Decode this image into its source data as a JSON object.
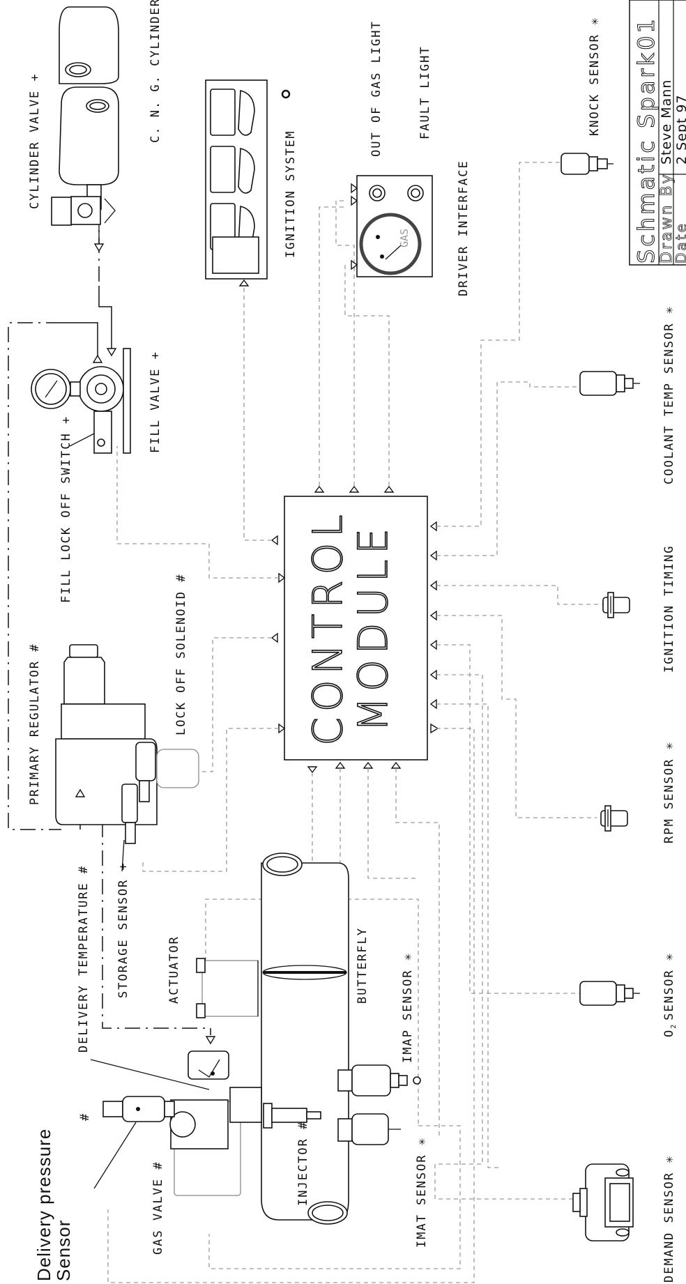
{
  "module": {
    "line1": "CONTROL",
    "line2": "MODULE"
  },
  "labels": {
    "cylinder_valve": "CYLINDER VALVE +",
    "cng_cylinder": "C. N. G. CYLINDER +",
    "fill_valve": "FILL VALVE +",
    "fill_lock_off_switch": "FILL LOCK OFF SWITCH +",
    "ignition_system": "IGNITION SYSTEM",
    "out_of_gas_light": "OUT OF GAS LIGHT",
    "fault_light": "FAULT LIGHT",
    "driver_interface": "DRIVER INTERFACE",
    "gas_gauge": "GAS",
    "knock_sensor": "KNOCK SENSOR ✳",
    "coolant_temp_sensor": "COOLANT TEMP SENSOR ✳",
    "ignition_timing": "IGNITION TIMING",
    "rpm_sensor": "RPM SENSOR ✳",
    "o2_sensor_prefix": "O",
    "o2_sensor_sub": "2",
    "o2_sensor_suffix": "SENSOR ✳",
    "demand_sensor": "DEMAND SENSOR ✳",
    "primary_regulator": "PRIMARY REGULATOR #",
    "lock_off_solenoid": "LOCK OFF SOLENOID #",
    "storage_sensor": "STORAGE SENSOR +",
    "delivery_temperature": "DELIVERY TEMPERATURE #",
    "actuator": "ACTUATOR",
    "butterfly": "BUTTERFLY",
    "imap_sensor": "IMAP SENSOR ✳",
    "injector": "INJECTOR #",
    "imat_sensor": "IMAT SENSOR ✳",
    "gas_valve": "GAS VALVE #",
    "hash_mark": "#",
    "delivery_pressure_line1": "Delivery pressure",
    "delivery_pressure_line2": "Sensor"
  },
  "title_block": {
    "title": "Schmatic Spark01",
    "drawn_by_label": "Drawn By",
    "drawn_by_value": "Steve Mann",
    "date_label": "Date",
    "date_value": "2 Sept 97"
  }
}
